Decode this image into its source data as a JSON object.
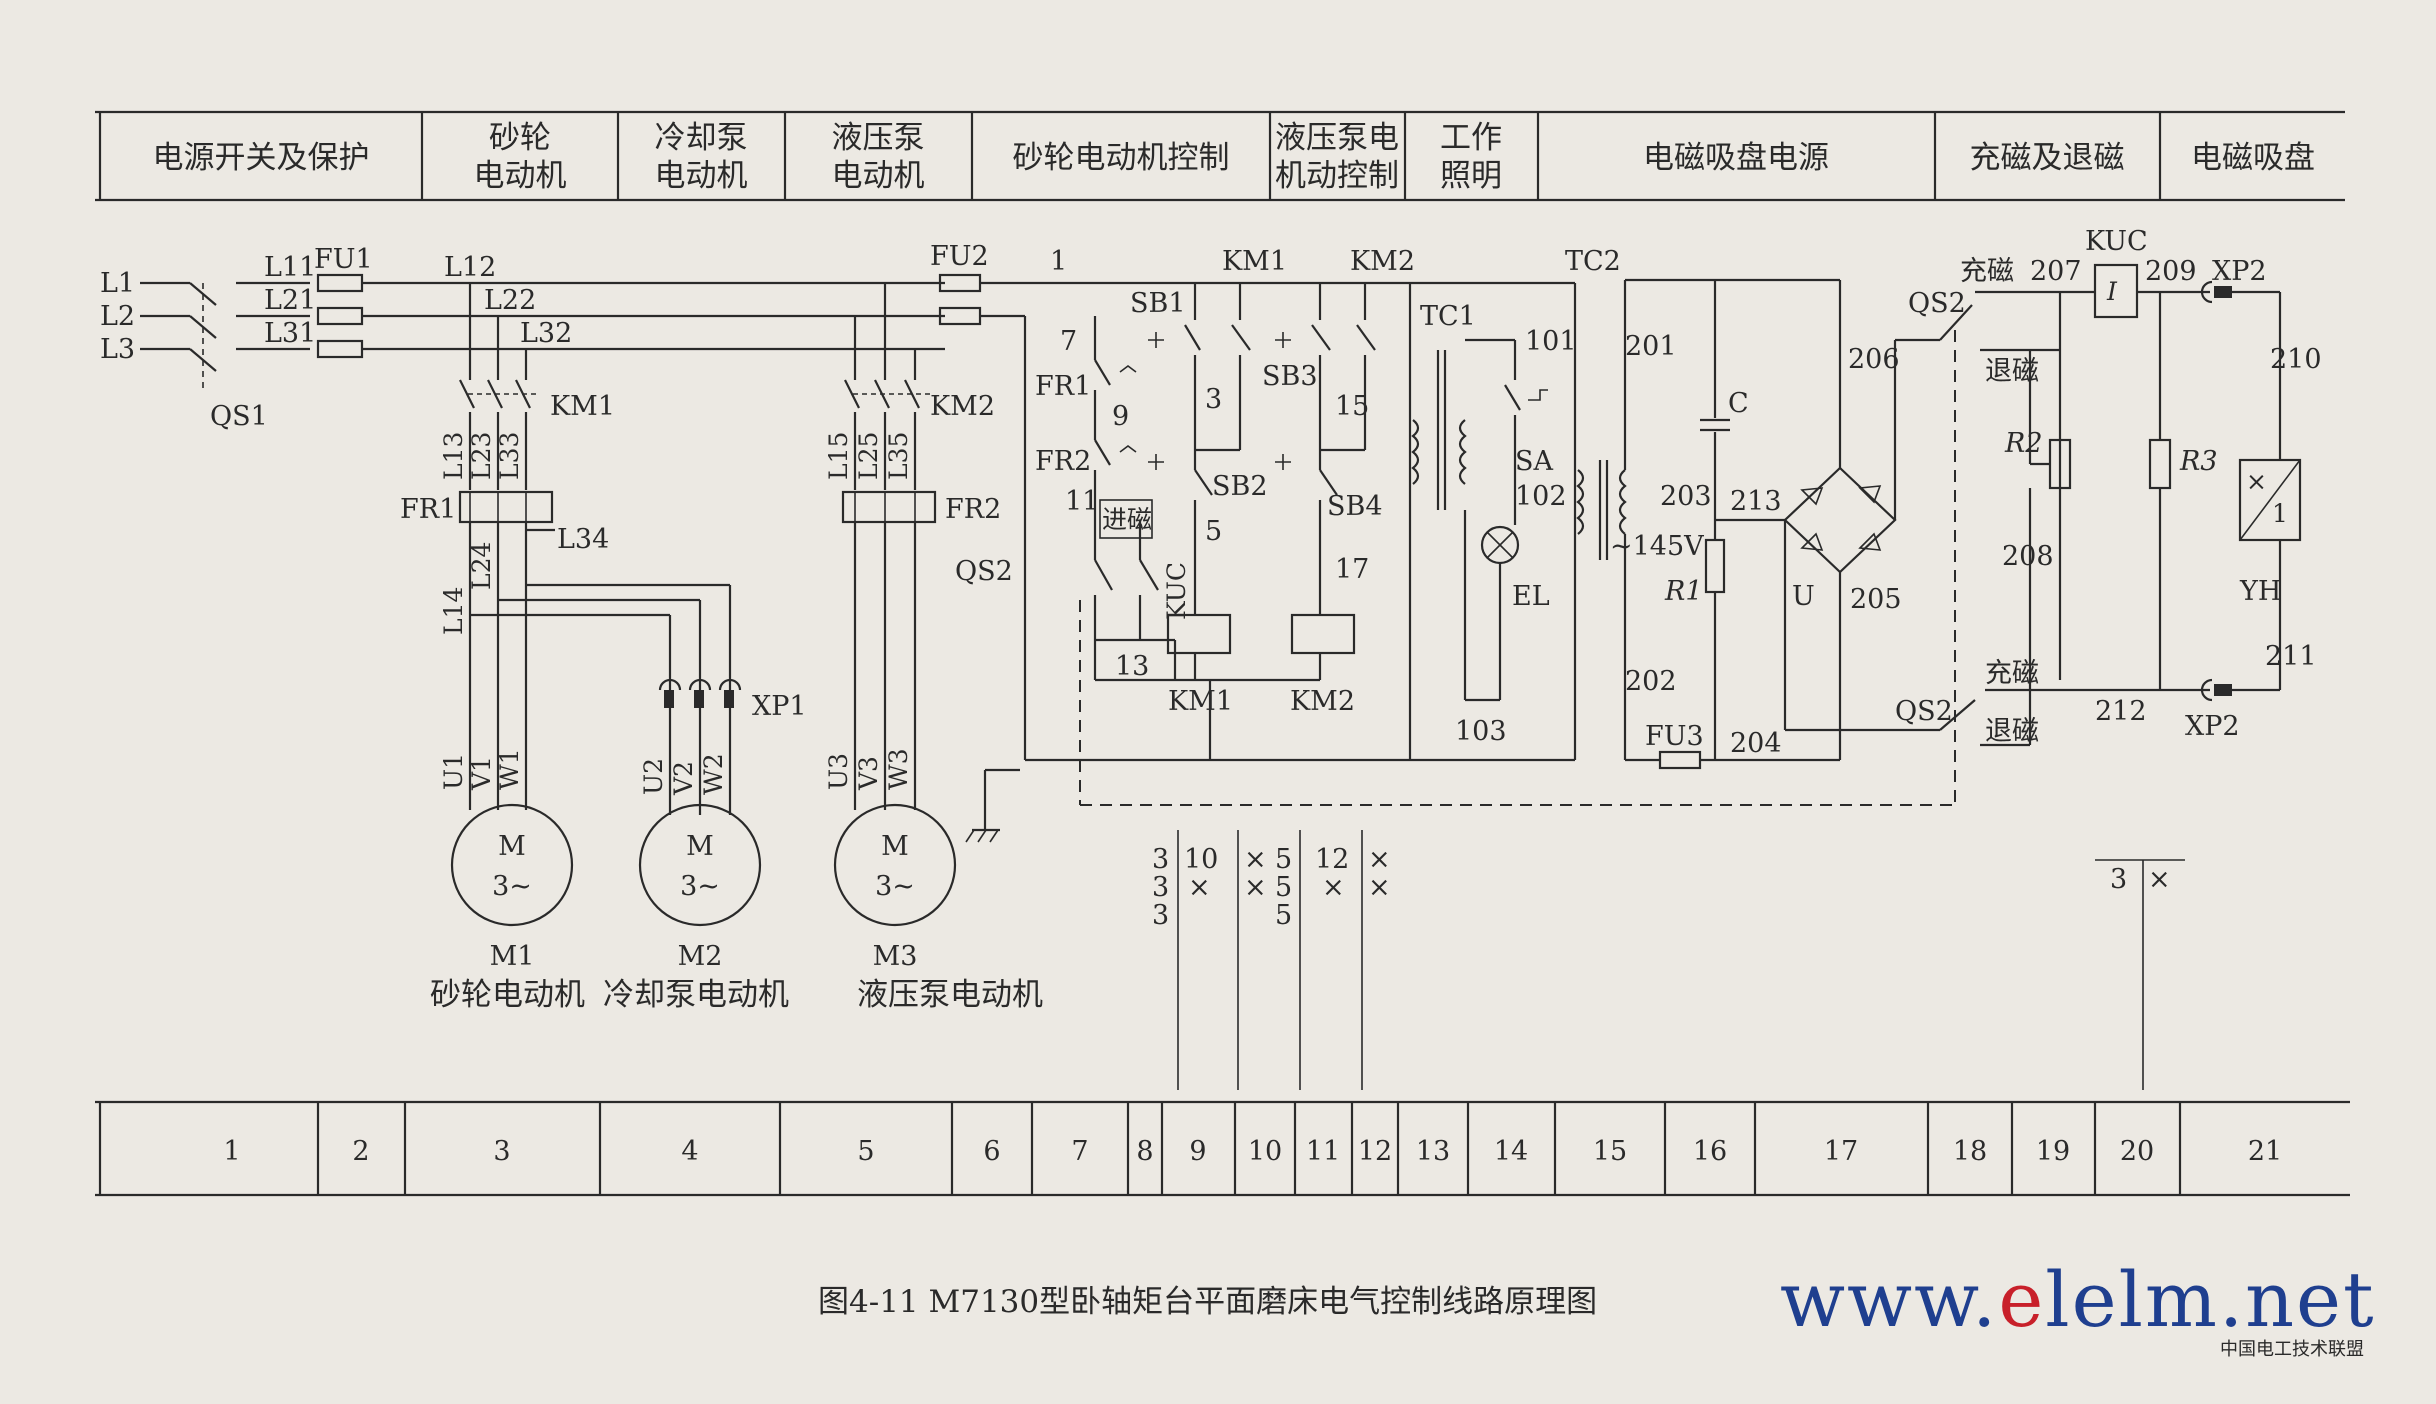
{
  "header_sections": [
    {
      "lines": [
        "电源开关及保护"
      ]
    },
    {
      "lines": [
        "砂轮",
        "电动机"
      ]
    },
    {
      "lines": [
        "冷却泵",
        "电动机"
      ]
    },
    {
      "lines": [
        "液压泵",
        "电动机"
      ]
    },
    {
      "lines": [
        "砂轮电动机控制"
      ]
    },
    {
      "lines": [
        "液压泵电",
        "机动控制"
      ]
    },
    {
      "lines": [
        "工作",
        "照明"
      ]
    },
    {
      "lines": [
        "电磁吸盘电源"
      ]
    },
    {
      "lines": [
        "充磁及退磁"
      ]
    },
    {
      "lines": [
        "电磁吸盘"
      ]
    }
  ],
  "footer_numbers": [
    "1",
    "2",
    "3",
    "4",
    "5",
    "6",
    "7",
    "8",
    "9",
    "10",
    "11",
    "12",
    "13",
    "14",
    "15",
    "16",
    "17",
    "18",
    "19",
    "20",
    "21"
  ],
  "power_labels": {
    "l1": "L1",
    "l2": "L2",
    "l3": "L3",
    "qs1": "QS1",
    "l11": "L11",
    "l21": "L21",
    "l31": "L31",
    "fu1": "FU1",
    "l12": "L12",
    "l22": "L22",
    "l32": "L32",
    "km1": "KM1",
    "km2": "KM2",
    "l13": "L13",
    "l23": "L23",
    "l33": "L33",
    "l15": "L15",
    "l25": "L25",
    "l35": "L35",
    "fr1": "FR1",
    "fr2": "FR2",
    "l34": "L34",
    "l14": "L14",
    "l24": "L24",
    "u1": "U1",
    "v1": "V1",
    "w1": "W1",
    "u2": "U2",
    "v2": "V2",
    "w2": "W2",
    "xp1": "XP1",
    "u3": "U3",
    "v3": "V3",
    "w3": "W3",
    "motor_m": "M",
    "motor_phase": "3~",
    "m1": "M1",
    "m2": "M2",
    "m3": "M3"
  },
  "motor_captions": [
    "砂轮电动机",
    "冷却泵电动机",
    "液压泵电动机"
  ],
  "control_labels": {
    "fu2": "FU2",
    "n1": "1",
    "sb1": "SB1",
    "km1": "KM1",
    "km2": "KM2",
    "n7": "7",
    "fr1": "FR1",
    "n9": "9",
    "fr2": "FR2",
    "n11": "11",
    "jinci": "进磁",
    "kuc": "KUC",
    "qs2": "QS2",
    "n3": "3",
    "sb2": "SB2",
    "n5": "5",
    "sb3": "SB3",
    "n15": "15",
    "sb4": "SB4",
    "n17": "17",
    "n13": "13",
    "coil_km1": "KM1",
    "coil_km2": "KM2"
  },
  "lighting_labels": {
    "tc1": "TC1",
    "n101": "101",
    "sa": "SA",
    "n102": "102",
    "el": "EL",
    "n103": "103"
  },
  "chuck_power_labels": {
    "tc2": "TC2",
    "n201": "201",
    "c": "C",
    "n203": "203",
    "v145": "~145V",
    "r1": "R1",
    "n202": "202",
    "fu3": "FU3",
    "n204": "204",
    "n213": "213",
    "n206": "206",
    "u": "U",
    "n205": "205"
  },
  "magnetize_labels": {
    "chongci_top": "充磁",
    "n207": "207",
    "kuc": "KUC",
    "n209": "209",
    "xp2_top": "XP2",
    "qs2_top": "QS2",
    "tuici_top": "退磁",
    "r2": "R2",
    "r3": "R3",
    "n210": "210",
    "n208": "208",
    "yh": "YH",
    "yh_num": "1",
    "chongci_bot": "充磁",
    "n211": "211",
    "qs2_bot": "QS2",
    "tuici_bot": "退磁",
    "n212": "212",
    "xp2_bot": "XP2"
  },
  "contact_refs": {
    "km1_col_a": [
      "3",
      "3",
      "3"
    ],
    "km1_col_b": [
      "10"
    ],
    "km1_col_c": [
      "5",
      "5",
      "5"
    ],
    "km2_col_b": [
      "12"
    ],
    "kuc_ref": [
      "3"
    ]
  },
  "caption": "图4-11   M7130型卧轴矩台平面磨床电气控制线路原理图",
  "watermark": {
    "pre": "www.",
    "e": "e",
    "post": "lelm.net",
    "sub": "中国电工技术联盟"
  }
}
